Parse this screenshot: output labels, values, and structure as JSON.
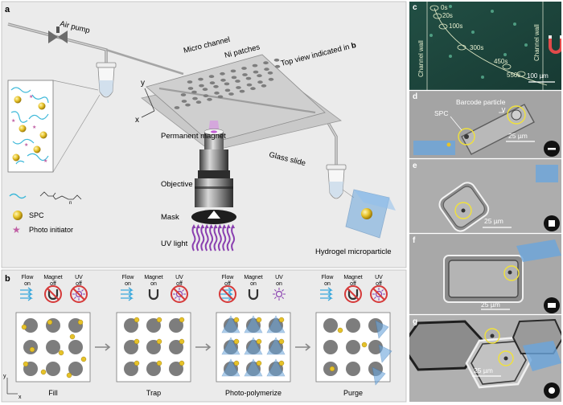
{
  "panel_a": {
    "label": "a",
    "air_pump": "Air pump",
    "micro_channel": "Micro channel",
    "ni_patches": "Ni patches",
    "top_view": "Top view indicated in",
    "top_view_ref": "b",
    "axis_y": "y",
    "axis_x": "x",
    "permanent_magnet": "Permanent magnet",
    "objective": "Objective",
    "mask": "Mask",
    "uv_light": "UV light",
    "glass_slide": "Glass slide",
    "hydrogel_microparticle": "Hydrogel microparticle",
    "legend": {
      "polymer": "",
      "spc": "SPC",
      "photo_initiator": "Photo initiator",
      "formula_n": "n"
    }
  },
  "panel_b": {
    "label": "b",
    "steps": [
      {
        "caption": "Fill",
        "flow": [
          "Flow",
          "on"
        ],
        "magnet": [
          "Magnet",
          "off"
        ],
        "uv": [
          "UV",
          "off"
        ]
      },
      {
        "caption": "Trap",
        "flow": [
          "Flow",
          "on"
        ],
        "magnet": [
          "Magnet",
          "on"
        ],
        "uv": [
          "UV",
          "off"
        ]
      },
      {
        "caption": "Photo-polymerize",
        "flow": [
          "Flow",
          "off"
        ],
        "magnet": [
          "Magnet",
          "on"
        ],
        "uv": [
          "UV",
          "on"
        ]
      },
      {
        "caption": "Purge",
        "flow": [
          "Flow",
          "on"
        ],
        "magnet": [
          "Magnet",
          "off"
        ],
        "uv": [
          "UV",
          "off"
        ]
      }
    ],
    "axis_y": "y",
    "axis_x": "x"
  },
  "panel_c": {
    "label": "c",
    "times": [
      "0s",
      "20s",
      "100s",
      "300s",
      "450s",
      "550s"
    ],
    "wall_left": "Channel wall",
    "wall_right": "Channel wall",
    "scale": "100 µm"
  },
  "panel_d": {
    "label": "d",
    "barcode": "Barcode particle",
    "spc": "SPC",
    "scale": "25 µm"
  },
  "panel_e": {
    "label": "e",
    "scale": "25 µm"
  },
  "panel_f": {
    "label": "f",
    "scale": "25 µm"
  },
  "panel_g": {
    "label": "g",
    "scale": "25 µm"
  },
  "colors": {
    "micrograph_c": "#1f4a40",
    "micrograph_gray": "#a9a9a9",
    "hydrogel_blue": "#6aa5dc",
    "spc_yellow": "#e6c229",
    "uv_purple": "#8a3fb0",
    "polymer_cyan": "#3cb8d9",
    "initiator_pink": "#c05fa4",
    "ni_patch_gray": "#7d7d7d",
    "highlight_yellow": "#f1e23a",
    "prohibit_red": "#d63a3a"
  }
}
